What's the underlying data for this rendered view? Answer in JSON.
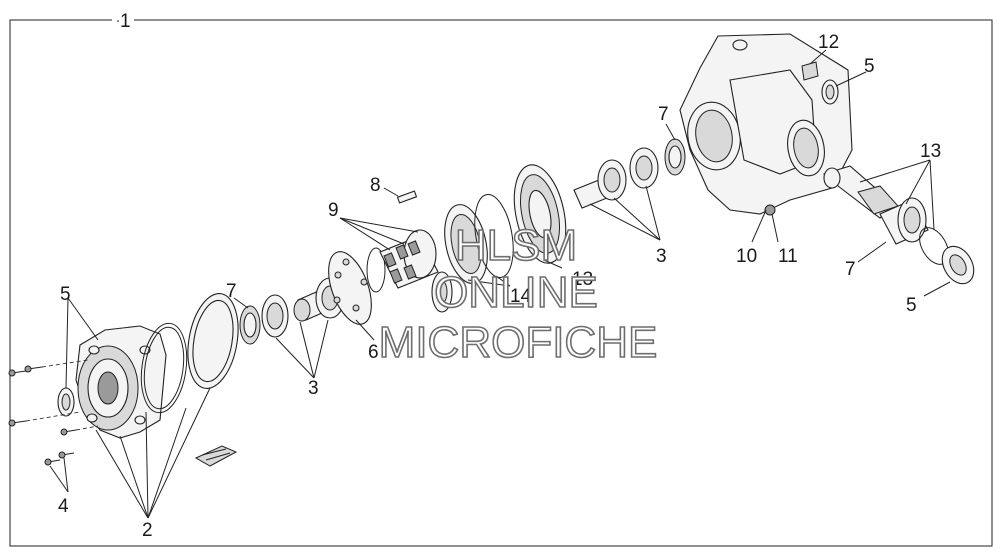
{
  "callouts": {
    "c1": "1",
    "c2": "2",
    "c3a": "3",
    "c3b": "3",
    "c4": "4",
    "c5a": "5",
    "c5b": "5",
    "c5c": "5",
    "c6": "6",
    "c7a": "7",
    "c7b": "7",
    "c7c": "7",
    "c8": "8",
    "c9": "9",
    "c10": "10",
    "c11": "11",
    "c12": "12",
    "c13a": "13",
    "c13b": "13",
    "c14": "14"
  },
  "watermark": {
    "line1": "HLSM",
    "line2": "ONLINE",
    "line3": "MICROFICHE"
  },
  "colors": {
    "line": "#222222",
    "part_fill": "#f4f4f4",
    "watermark_stroke": "#6e6e6e"
  }
}
